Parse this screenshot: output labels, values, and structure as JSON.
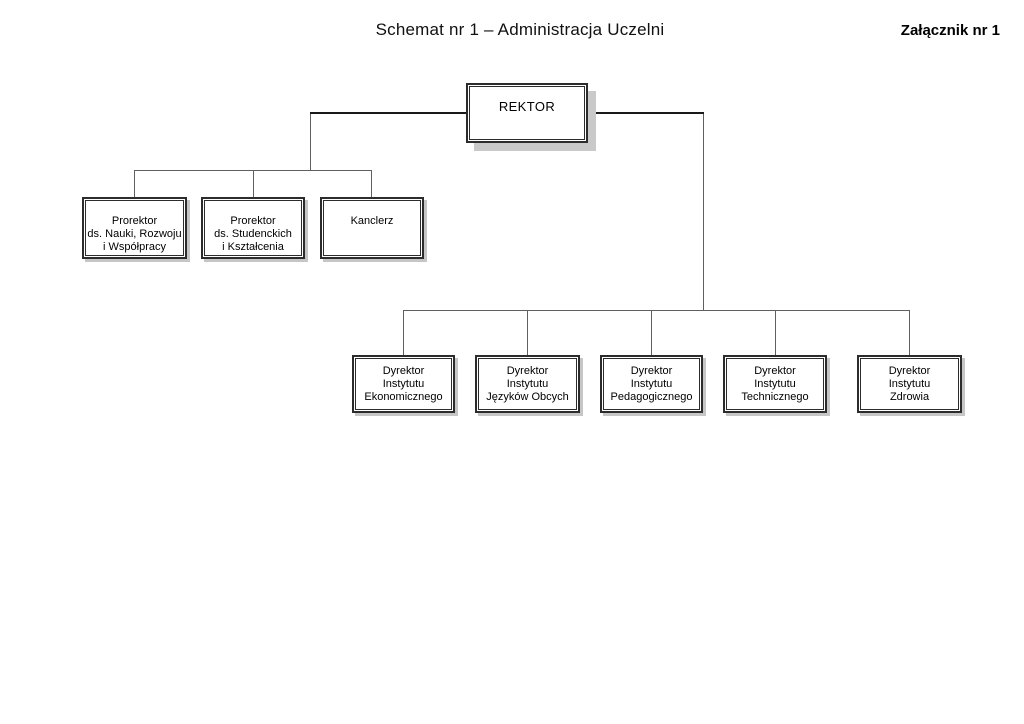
{
  "header": {
    "title": "Schemat nr 1 – Administracja Uczelni",
    "attachment": "Załącznik nr 1"
  },
  "org": {
    "root": {
      "label": "REKTOR"
    },
    "left_branch": [
      {
        "lines": [
          "Prorektor",
          "ds. Nauki, Rozwoju",
          "i Współpracy"
        ]
      },
      {
        "lines": [
          "Prorektor",
          "ds. Studenckich",
          "i Kształcenia"
        ]
      },
      {
        "lines": [
          "Kanclerz"
        ]
      }
    ],
    "right_branch": [
      {
        "lines": [
          "Dyrektor",
          "Instytutu",
          "Ekonomicznego"
        ]
      },
      {
        "lines": [
          "Dyrektor",
          "Instytutu",
          "Języków Obcych"
        ]
      },
      {
        "lines": [
          "Dyrektor",
          "Instytutu",
          "Pedagogicznego"
        ]
      },
      {
        "lines": [
          "Dyrektor",
          "Instytutu",
          "Technicznego"
        ]
      },
      {
        "lines": [
          "Dyrektor",
          "Instytutu",
          "Zdrowia"
        ]
      }
    ]
  },
  "colors": {
    "connector": "#606060",
    "connector_strong": "#1a1a1a",
    "box_border": "#2c2c2c",
    "box_shadow": "#c6c6c6"
  }
}
